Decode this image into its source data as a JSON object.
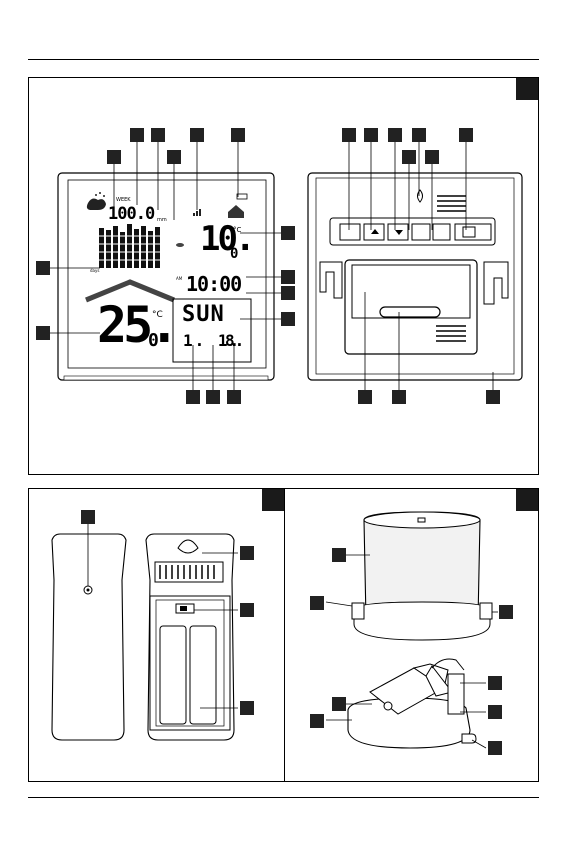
{
  "figure_a": {
    "lcd": {
      "rain_total": "100.0",
      "week_label": "WEEK",
      "rain_unit": "mm",
      "temp_in": "10.",
      "temp_in_decimal": "0",
      "temp_unit": "°C",
      "time": "10:00",
      "day": "SUN",
      "date": "1. 1.",
      "date_tail": "8.",
      "temp_out": "25.",
      "temp_out_decimal": "0",
      "am_pm": "AM",
      "days_label": "days"
    }
  },
  "colors": {
    "label_fill": "#222222",
    "tag_fill": "#1a1a1a",
    "line": "#000000",
    "gray_fill": "#eeeeee"
  }
}
